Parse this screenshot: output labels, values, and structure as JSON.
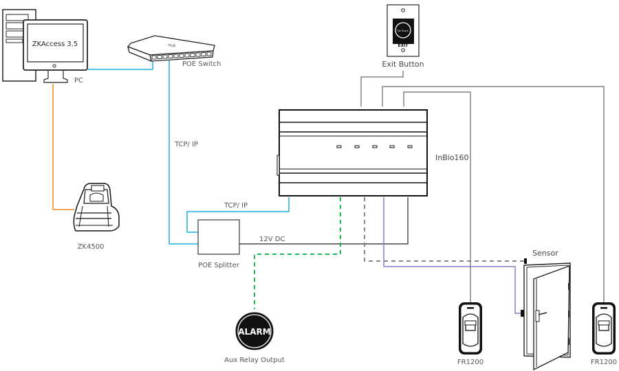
{
  "title": "InBio160 Access Control Wiring Diagram",
  "colors": {
    "network": "#1ab0e0",
    "usb": "#f08a24",
    "alarm": "#1db954",
    "sensor": "#888888",
    "lock": "#8080c8",
    "wire": "#555555",
    "outline": "#222222"
  },
  "devices": {
    "pc": {
      "label": "PC",
      "screen_text": "ZKAccess 3.5"
    },
    "poe_switch": {
      "label": "POE Switch",
      "body_text": "HUB"
    },
    "exit_button": {
      "label": "Exit Button",
      "face_text": "No Touch",
      "exit_text": "EXIT"
    },
    "controller": {
      "label": "InBio160"
    },
    "enroller": {
      "label": "ZK4500"
    },
    "poe_splitter": {
      "label": "POE Splitter"
    },
    "alarm": {
      "label": "Aux Relay Output",
      "face_text": "ALARM"
    },
    "sensor": {
      "label": "Sensor"
    },
    "reader_left": {
      "label": "FR1200"
    },
    "reader_right": {
      "label": "FR1200"
    }
  },
  "connections": {
    "switch_to_splitter": "TCP/ IP",
    "splitter_to_controller": "TCP/ IP",
    "power": "12V DC"
  }
}
